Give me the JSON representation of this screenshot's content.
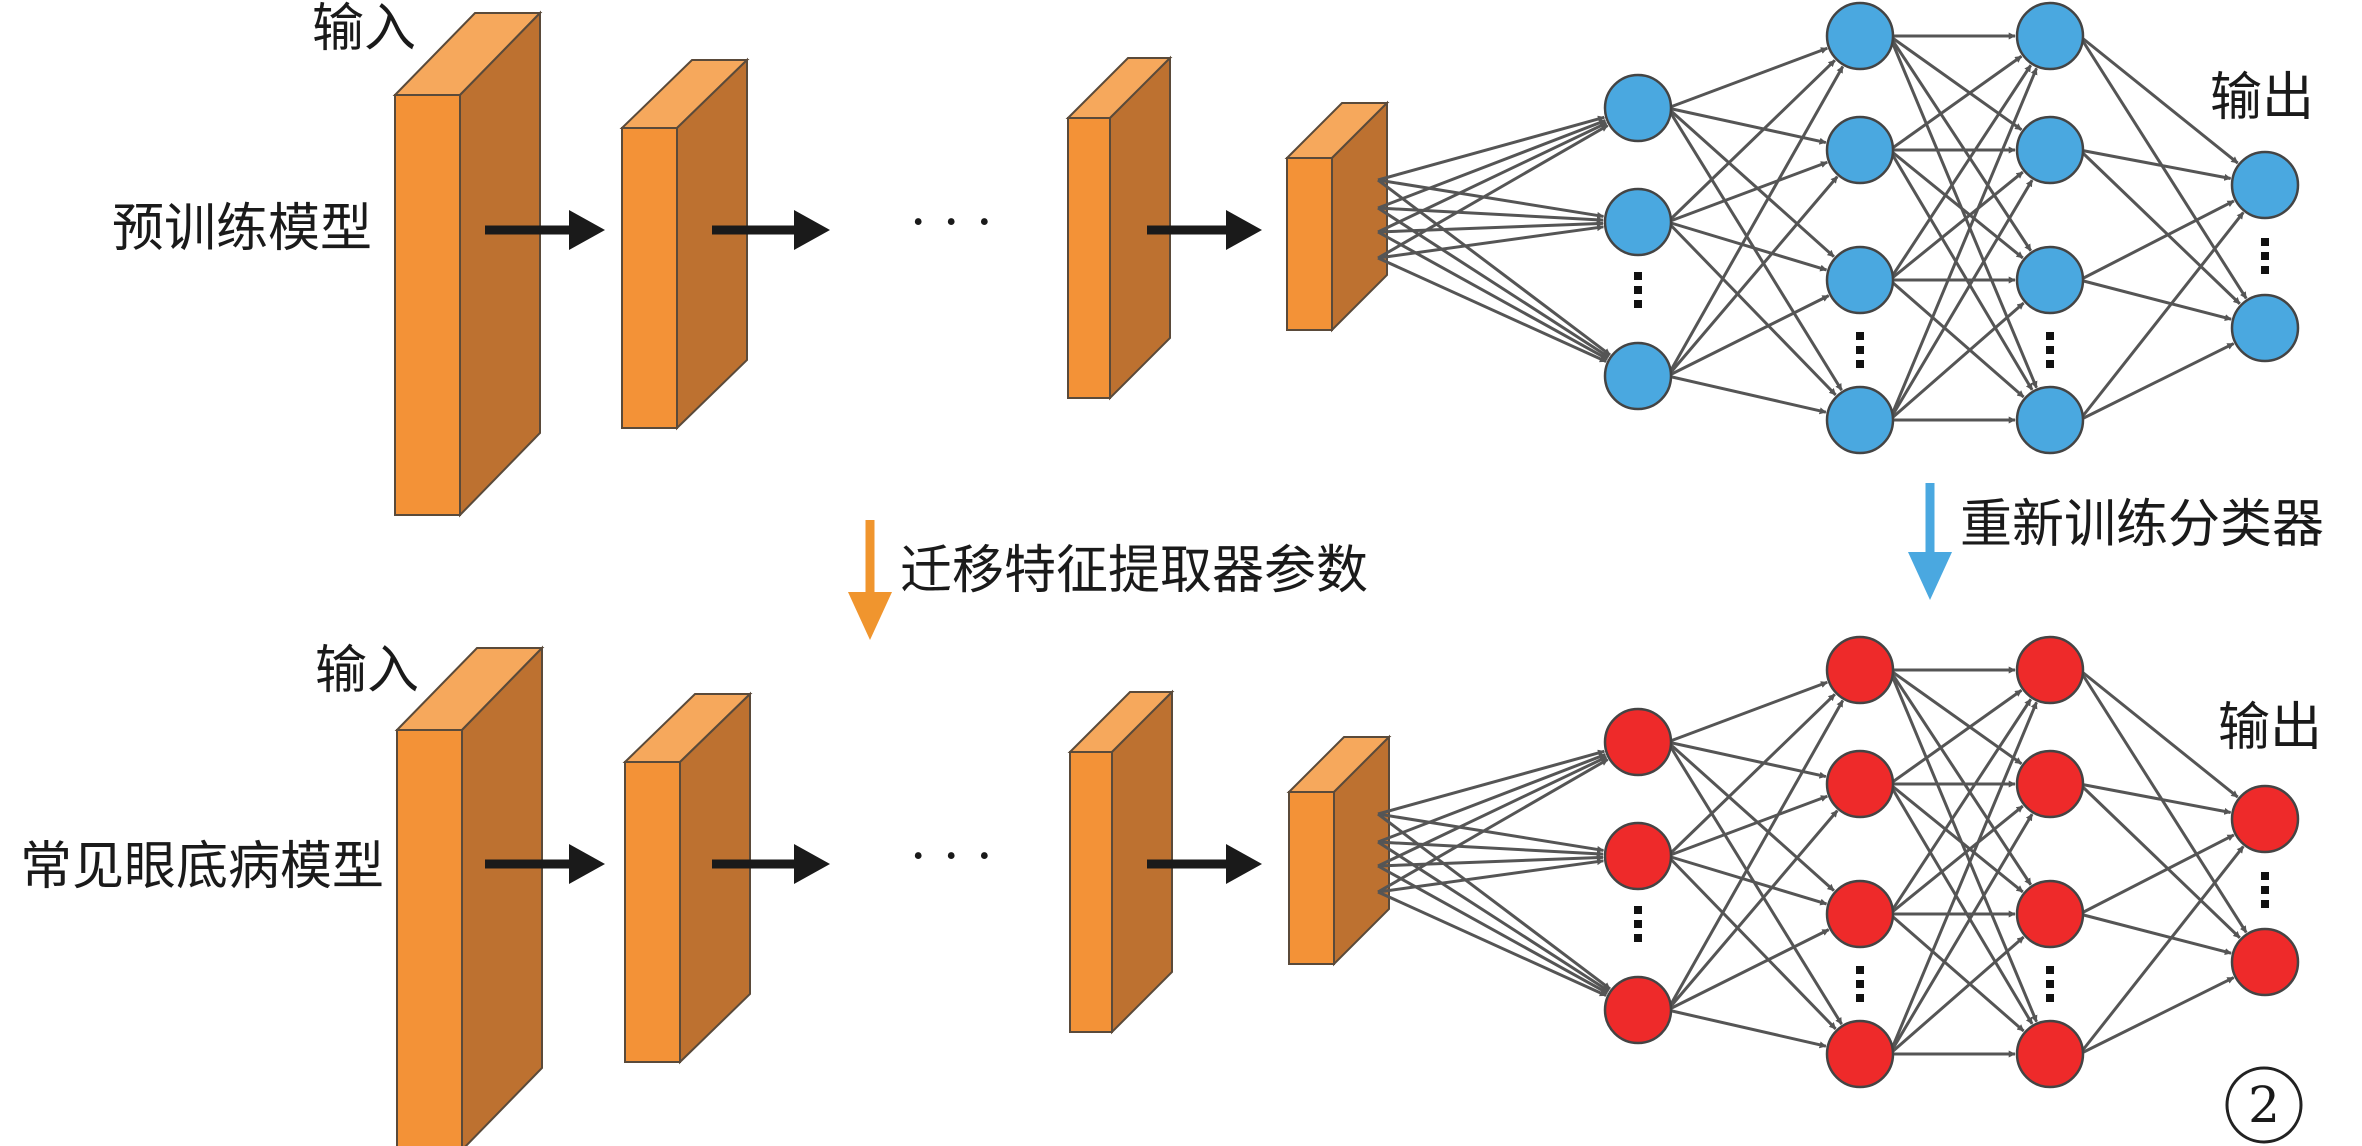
{
  "top": {
    "input_label": "输入",
    "model_label": "预训练模型",
    "output_label": "输出",
    "ellipsis": "· · ·",
    "node_color": "#4aa8e0"
  },
  "bottom": {
    "input_label": "输入",
    "model_label": "常见眼底病模型",
    "output_label": "输出",
    "ellipsis": "· · ·",
    "node_color": "#ee2a2a"
  },
  "transfer": {
    "feature_label": "迁移特征提取器参数",
    "feature_arrow_color": "#f0952e",
    "retrain_label": "重新训练分类器",
    "retrain_arrow_color": "#4aa8e0"
  },
  "badge": "2",
  "colors": {
    "block_front": "#f39237",
    "block_side": "#bd7130",
    "block_top": "#f6a85c",
    "edge": "#555555"
  }
}
